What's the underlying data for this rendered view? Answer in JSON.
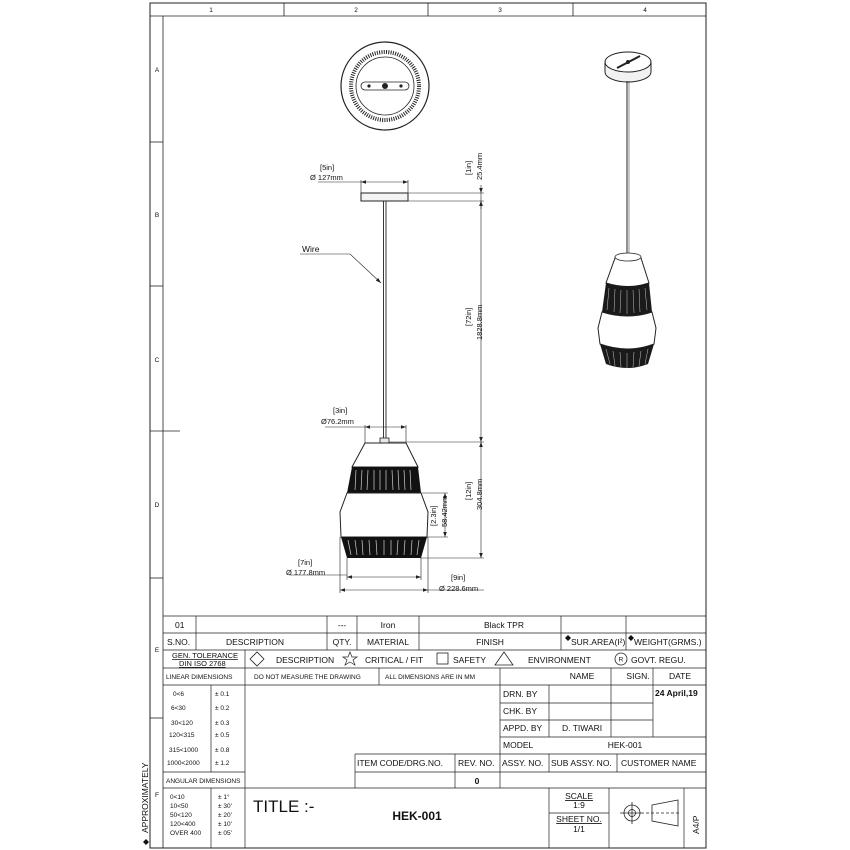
{
  "grid": {
    "columns": [
      "1",
      "2",
      "3",
      "4"
    ],
    "rows": [
      "A",
      "B",
      "C",
      "D",
      "E",
      "F"
    ]
  },
  "dimensions": {
    "canopy_in": "[5in]",
    "canopy_mm": "Ø 127mm",
    "canopy_h_in": "[1in]",
    "canopy_h_mm": "25.4mm",
    "wire_label": "Wire",
    "wire_len_in": "[72in]",
    "wire_len_mm": "1828.8mm",
    "top_in": "[3in]",
    "top_mm": "Ø76.2mm",
    "shade_h_in": "[12in]",
    "shade_h_mm": "304.8mm",
    "band_in": "[2.3in]",
    "band_mm": "58.42mm",
    "bottom_in": "[7in]",
    "bottom_mm": "Ø 177.8mm",
    "max_in": "[9in]",
    "max_mm": "Ø 228.6mm"
  },
  "bom": {
    "sno": "01",
    "description": "",
    "qty": "---",
    "material": "Iron",
    "finish": "Black TPR",
    "headers": {
      "sno": "S.NO.",
      "description": "DESCRIPTION",
      "qty": "QTY.",
      "material": "MATERIAL",
      "finish": "FINISH",
      "sur_area": "SUR.AREA(I²)",
      "weight": "WEIGHT(GRMS.)"
    }
  },
  "tolerance": {
    "gen_tol": "GEN. TOLERANCE",
    "din": "DIN ISO 2768",
    "description": "DESCRIPTION",
    "critical": "CRITICAL / FIT",
    "safety": "SAFETY",
    "environment": "ENVIRONMENT",
    "govt": "GOVT. REGU.",
    "govt_symbol": "R",
    "linear_dims": "LINEAR DIMENSIONS",
    "do_not_measure": "DO NOT MEASURE THE DRAWING",
    "all_dims_mm": "ALL DIMENSIONS ARE IN MM",
    "linear_rows": [
      {
        "range": "0<6",
        "tol": "± 0.1"
      },
      {
        "range": "6<30",
        "tol": "± 0.2"
      },
      {
        "range": "30<120",
        "tol": "± 0.3"
      },
      {
        "range": "120<315",
        "tol": "± 0.5"
      },
      {
        "range": "315<1000",
        "tol": "± 0.8"
      },
      {
        "range": "1000<2000",
        "tol": "± 1.2"
      }
    ],
    "angular_dims": "ANGULAR DIMENSIONS",
    "angular_rows": [
      {
        "range": "0<10",
        "tol": "± 1°"
      },
      {
        "range": "10<50",
        "tol": "± 30'"
      },
      {
        "range": "50<120",
        "tol": "± 20'"
      },
      {
        "range": "120<400",
        "tol": "± 10'"
      },
      {
        "range": "OVER 400",
        "tol": "± 05'"
      }
    ],
    "approx": "APPROXIMATELY"
  },
  "title_block": {
    "name_header": "NAME",
    "sign_header": "SIGN.",
    "date_header": "DATE",
    "drn_by": "DRN. BY",
    "chk_by": "CHK. BY",
    "appd_by": "APPD. BY",
    "appd_name": "D. TIWARI",
    "date_value": "24 April,19",
    "model_label": "MODEL",
    "model_value": "HEK-001",
    "item_code": "ITEM CODE/DRG.NO.",
    "rev_no": "REV. NO.",
    "rev_value": "0",
    "assy_no": "ASSY. NO.",
    "sub_assy_no": "SUB ASSY. NO.",
    "customer_name": "CUSTOMER NAME",
    "title_label": "TITLE :-",
    "title_value": "HEK-001",
    "scale_label": "SCALE",
    "scale_value": "1:9",
    "sheet_label": "SHEET NO.",
    "sheet_value": "1/1",
    "size": "A4/P"
  }
}
